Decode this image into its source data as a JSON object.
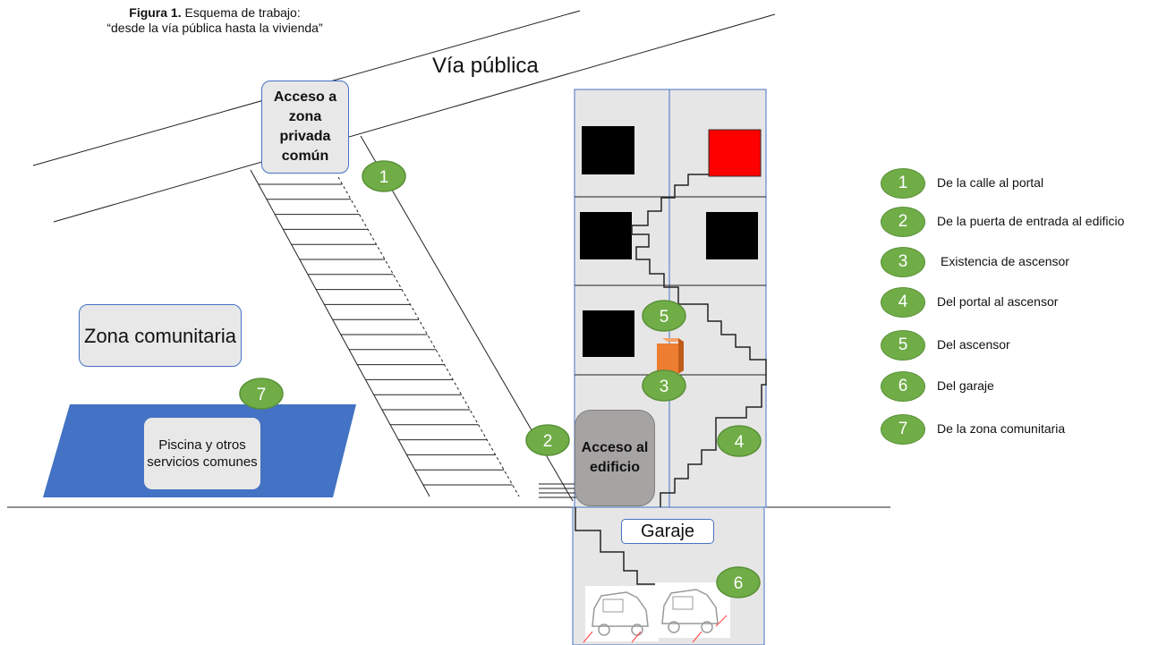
{
  "caption": {
    "figure_label": "Figura 1.",
    "title_line1": "Esquema de trabajo:",
    "title_line2": "“desde la vía pública hasta la vivienda”"
  },
  "labels": {
    "via_publica": "Vía pública",
    "acceso_zona_privada": "Acceso a zona privada común",
    "zona_comunitaria": "Zona comunitaria",
    "piscina": "Piscina y otros servicios comunes",
    "acceso_edificio": "Acceso al edificio",
    "garaje": "Garaje"
  },
  "markers": {
    "m1": "1",
    "m2": "2",
    "m3": "3",
    "m4": "4",
    "m5": "5",
    "m6": "6",
    "m7": "7"
  },
  "legend": [
    {
      "number": "1",
      "text": "De la calle al portal"
    },
    {
      "number": "2",
      "text": "De la puerta de entrada al edificio"
    },
    {
      "number": "3",
      "text": "Existencia de ascensor"
    },
    {
      "number": "4",
      "text": "Del portal al ascensor"
    },
    {
      "number": "5",
      "text": "Del ascensor"
    },
    {
      "number": "6",
      "text": "Del garaje"
    },
    {
      "number": "7",
      "text": "De la zona comunitaria"
    }
  ],
  "colors": {
    "marker_green": "#70ad47",
    "building_gray": "#e7e6e6",
    "pool_blue": "#4472c4",
    "target_home": "#ff0000",
    "elevator_orange": "#ed7d31",
    "entrance_gray": "#a6a3a3"
  },
  "icons": {
    "car": "car-icon"
  }
}
